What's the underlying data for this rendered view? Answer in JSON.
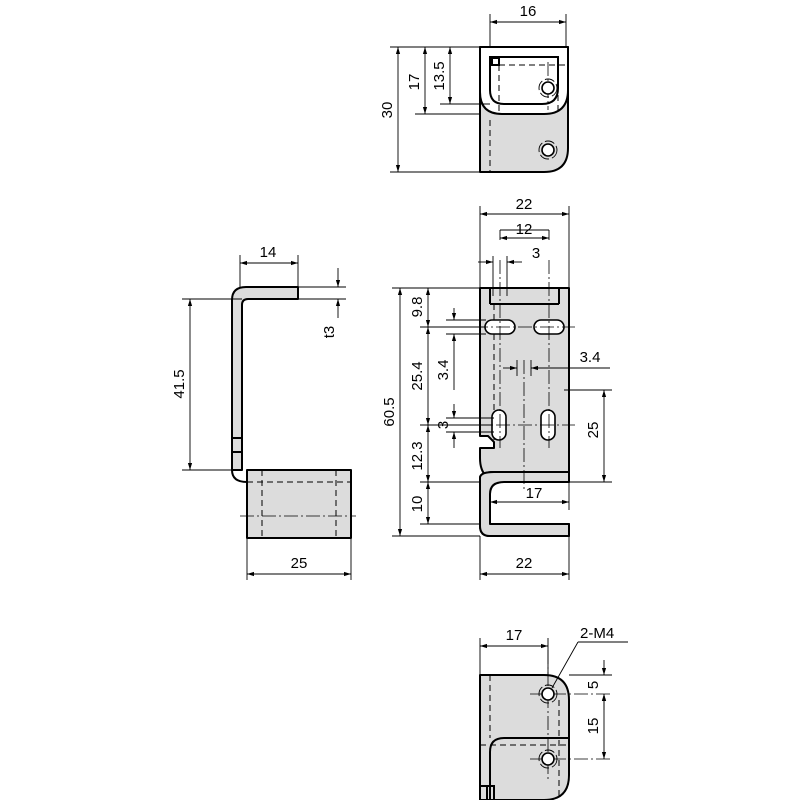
{
  "top_view": {
    "width_label": "16",
    "height_total_label": "30",
    "height_mid_label": "17",
    "height_inner_label": "13.5"
  },
  "side_view": {
    "top_flange_label": "14",
    "thickness_label": "t3",
    "height_label": "41.5",
    "bottom_label": "25"
  },
  "front_view": {
    "width_top_label": "22",
    "slot_spacing_label": "12",
    "slot_width_label": "3",
    "slot_offset_label": "9.8",
    "slot_length_label": "3.4",
    "total_height_label": "60.5",
    "slot_gap_label": "25.4",
    "slot2_length_label": "3.4",
    "lower_slot_width_label": "3",
    "right_height_label": "25",
    "lower_offset_label": "12.3",
    "hook_label": "10",
    "hook_width_label": "17",
    "width_bottom_label": "22"
  },
  "bottom_view": {
    "width_label": "17",
    "thread_label": "2-M4",
    "hole_top_label": "5",
    "hole_spacing_label": "15"
  }
}
